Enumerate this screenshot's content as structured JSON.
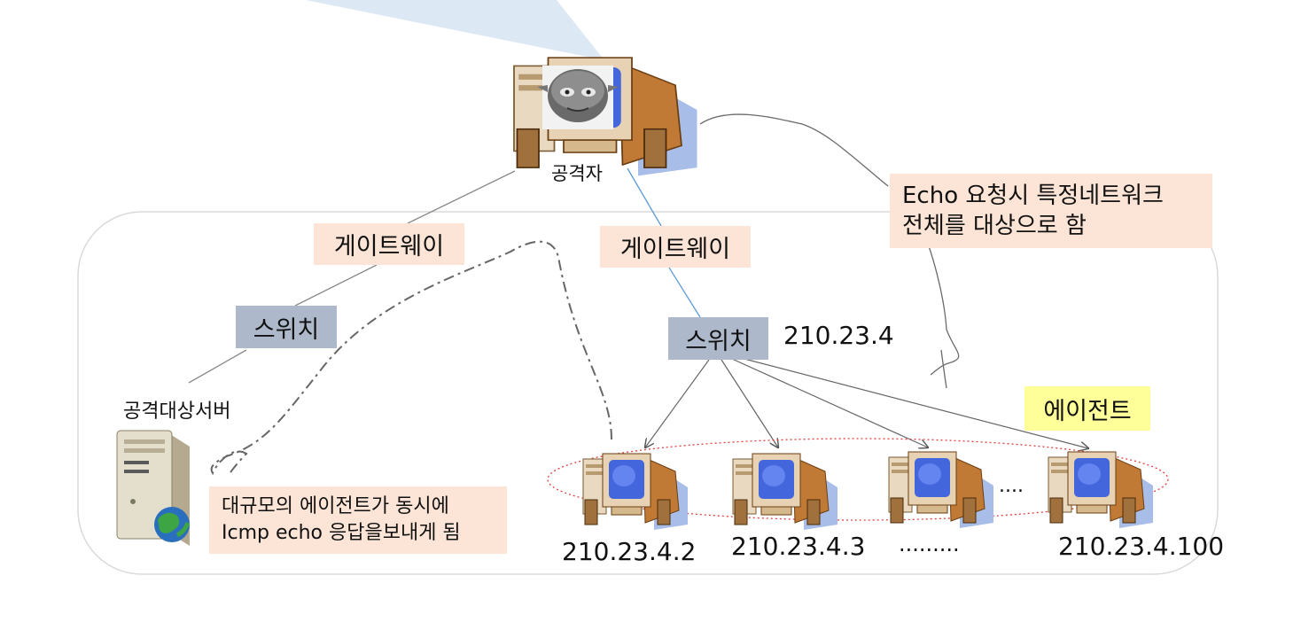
{
  "attacker": {
    "label": "공격자"
  },
  "gateway_left": {
    "label": "게이트웨이"
  },
  "gateway_right": {
    "label": "게이트웨이"
  },
  "switch_left": {
    "label": "스위치"
  },
  "switch_right": {
    "label": "스위치"
  },
  "network_address": "210.23.4",
  "target_server": {
    "label": "공격대상서버"
  },
  "echo_note": {
    "line1": "Echo 요청시 특정네트워크",
    "line2": "전체를 대상으로 함"
  },
  "agent_label": "에이전트",
  "response_note": {
    "line1": "대규모의 에이전트가 동시에",
    "line2": "Icmp echo 응답을보내게 됨"
  },
  "agents": [
    {
      "ip": "210.23.4.2"
    },
    {
      "ip": "210.23.4.3"
    },
    {
      "ip": "........."
    },
    {
      "ip": "210.23.4.100"
    }
  ],
  "agent_ellipsis": "....",
  "colors": {
    "peach": "#fce4d6",
    "slate": "#adb9ca",
    "yellow": "#ffff99",
    "beam": "#dde8f5",
    "ellipse_red": "#e04040",
    "monitor_blue": "#4466dd"
  },
  "icons": [
    "attacker-computer-icon",
    "server-icon",
    "globe-icon",
    "agent-computer-icon"
  ]
}
